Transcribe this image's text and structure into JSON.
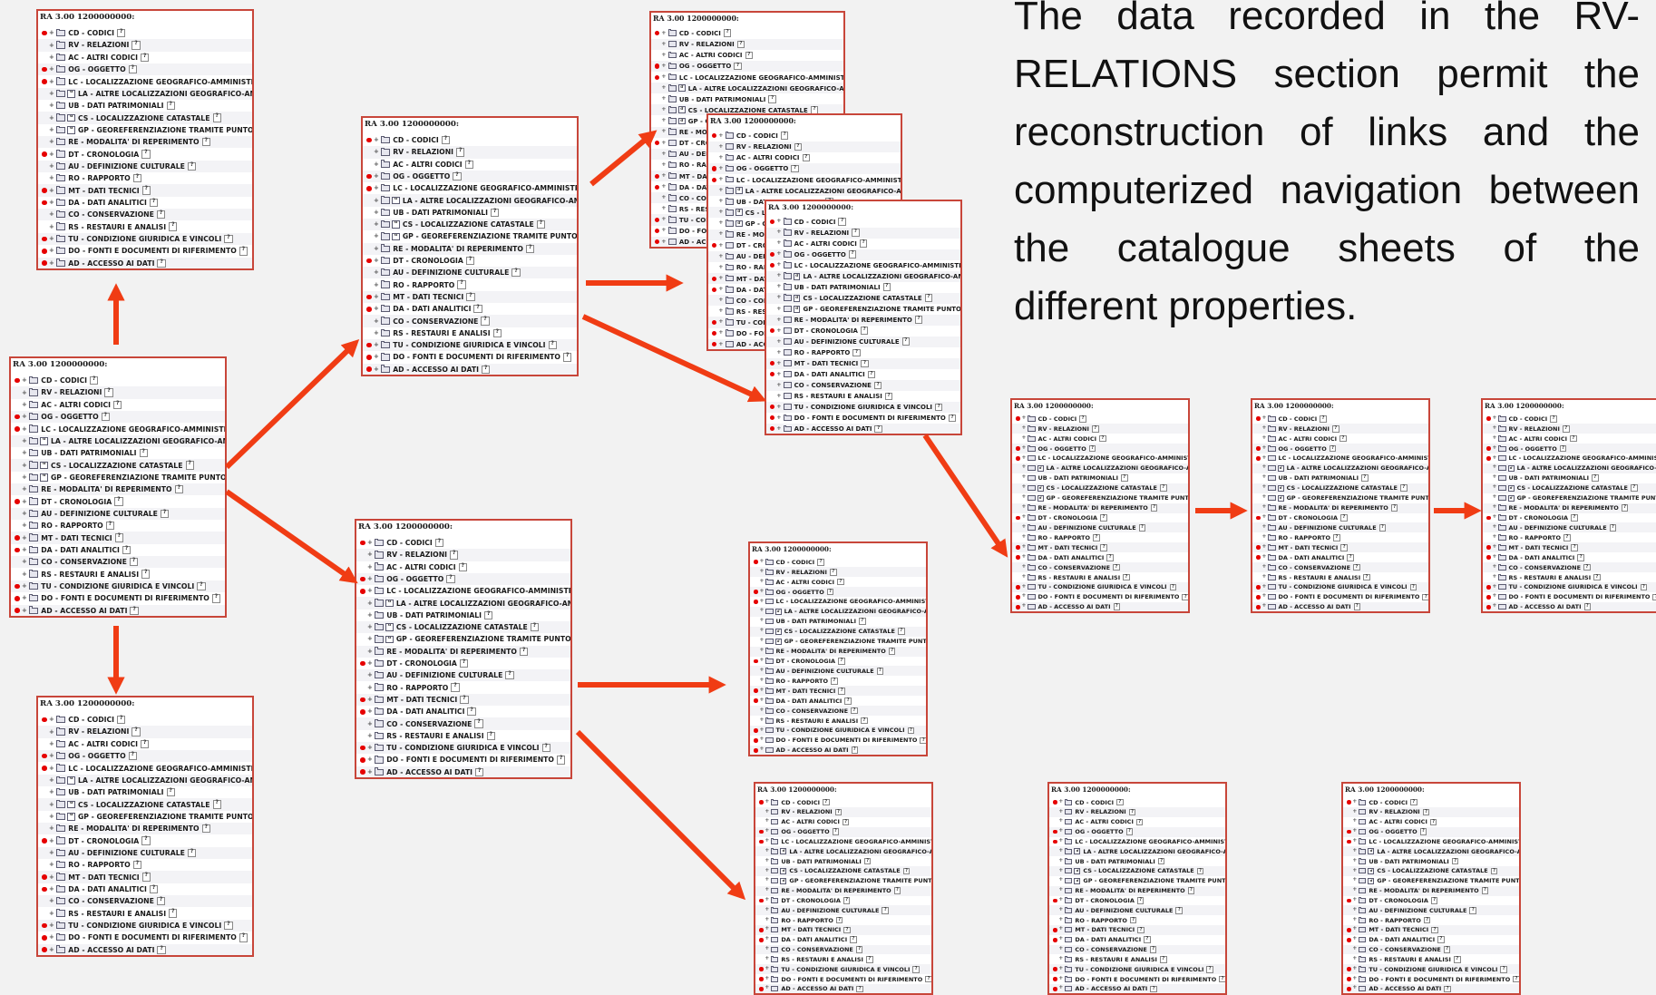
{
  "caption": "The data recorded in the RV-RELATIONS section permit the reconstruction of links and the computerized navigation between the catalogue sheets of the different properties.",
  "sheet_header": "RA 3.00 1200000000:",
  "help_glyph": "?",
  "arrow_color": "#f03c14",
  "frame_color": "#c8463a",
  "required_dot_color": "#e60000",
  "sheet_rows": [
    {
      "label": "CD - CODICI",
      "required": true,
      "level": 0
    },
    {
      "label": "RV - RELAZIONI",
      "required": false,
      "level": 0
    },
    {
      "label": "AC - ALTRI CODICI",
      "required": false,
      "level": 0
    },
    {
      "label": "OG - OGGETTO",
      "required": true,
      "level": 0
    },
    {
      "label": "LC - LOCALIZZAZIONE GEOGRAFICO-AMMINISTRATIVA",
      "required": true,
      "level": 0
    },
    {
      "label": "LA - ALTRE LOCALIZZAZIONI GEOGRAFICO-AMMINISTRATIVE",
      "required": false,
      "level": 1
    },
    {
      "label": "UB - DATI PATRIMONIALI",
      "required": false,
      "level": 0
    },
    {
      "label": "CS - LOCALIZZAZIONE CATASTALE",
      "required": false,
      "level": 1
    },
    {
      "label": "GP - GEOREFERENZIAZIONE TRAMITE PUNTO",
      "required": false,
      "level": 1
    },
    {
      "label": "RE - MODALITA' DI REPERIMENTO",
      "required": false,
      "level": 0
    },
    {
      "label": "DT - CRONOLOGIA",
      "required": true,
      "level": 0
    },
    {
      "label": "AU - DEFINIZIONE CULTURALE",
      "required": false,
      "level": 0
    },
    {
      "label": "RO - RAPPORTO",
      "required": false,
      "level": 0
    },
    {
      "label": "MT - DATI TECNICI",
      "required": true,
      "level": 0
    },
    {
      "label": "DA - DATI ANALITICI",
      "required": true,
      "level": 0
    },
    {
      "label": "CO - CONSERVAZIONE",
      "required": false,
      "level": 0
    },
    {
      "label": "RS - RESTAURI E ANALISI",
      "required": false,
      "level": 0
    },
    {
      "label": "TU - CONDIZIONE GIURIDICA E VINCOLI",
      "required": true,
      "level": 0
    },
    {
      "label": "DO - FONTI E DOCUMENTI DI RIFERIMENTO",
      "required": true,
      "level": 0
    },
    {
      "label": "AD - ACCESSO AI DATI",
      "required": true,
      "level": 0
    }
  ]
}
